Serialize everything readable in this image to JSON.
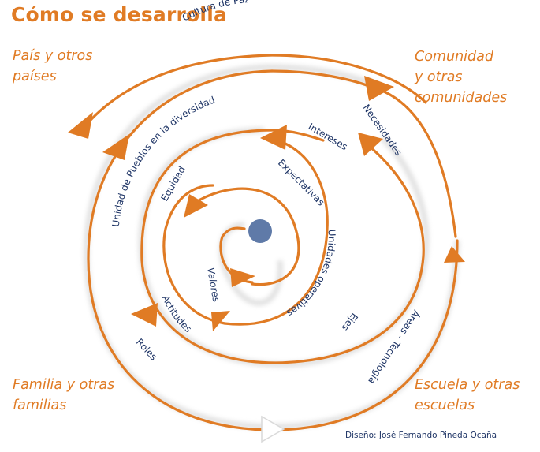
{
  "title": "Cómo se desarrolla",
  "corners": {
    "top_left": [
      "País y otros",
      "países"
    ],
    "top_right": [
      "Comunidad",
      "y otras",
      "comunidades"
    ],
    "bottom_left": [
      "Familia y otras",
      "familias"
    ],
    "bottom_right": [
      "Escuela y otras",
      "escuelas"
    ]
  },
  "spiral_labels": {
    "cultura_de_paz": "Cultura de Paz",
    "necesidades": "Necesidades",
    "unidad_pueblos": "Unidad de Pueblos en la diversidad",
    "intereses": "Intereses",
    "expectativas": "Expectativas",
    "equidad": "Equidad",
    "unidades_operativas": "Unidades operativas",
    "valores": "Valores",
    "actitudes": "Actitudes",
    "ejes": "Ejes",
    "areas_tecnologia": "Áreas - Tecnología",
    "roles": "Roles"
  },
  "credit": "Diseño: José Fernando Pineda Ocaña",
  "colors": {
    "accent": "#e07b24",
    "text_dark": "#1f3566",
    "center_dot": "#5f7aa8"
  }
}
